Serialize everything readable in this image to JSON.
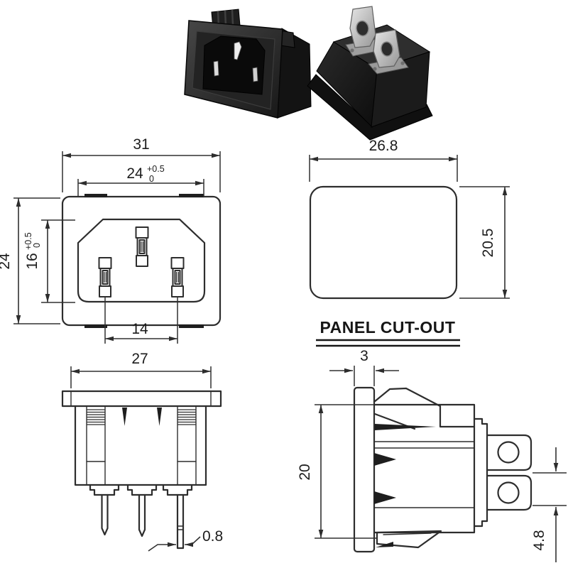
{
  "colors": {
    "background": "#ffffff",
    "line": "#2d2d2d",
    "text": "#1c1c1c",
    "photo_black": "#1c1c1c",
    "photo_metal": "#c8c8c8"
  },
  "photos": {
    "front": {
      "description": "power-inlet-front-photo"
    },
    "rear": {
      "description": "power-inlet-rear-photo"
    }
  },
  "drawings": {
    "front_view": {
      "overall_width": "31",
      "face_width": "24",
      "face_width_tol_up": "+0.5",
      "face_width_tol_low": "0",
      "overall_height": "24",
      "face_height": "16",
      "face_height_tol_up": "+0.5",
      "face_height_tol_low": "0",
      "pin_spacing": "14"
    },
    "panel_cutout": {
      "label": "PANEL CUT-OUT",
      "width": "26.8",
      "height": "20.5"
    },
    "side_view": {
      "flange_width": "27",
      "pin_thickness": "0.8"
    },
    "profile_view": {
      "flange_thickness": "3",
      "body_height": "20",
      "terminal_width": "4.8"
    }
  }
}
